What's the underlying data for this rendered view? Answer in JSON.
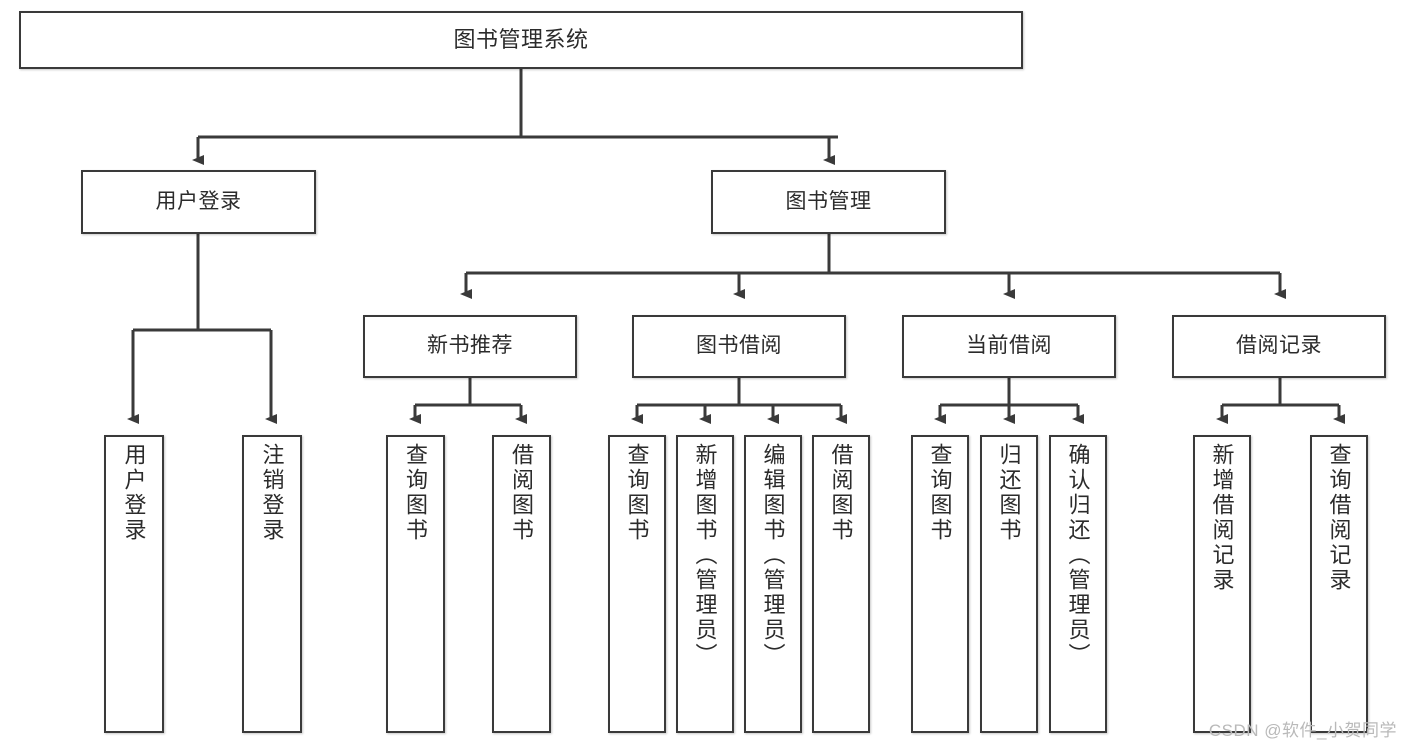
{
  "diagram": {
    "title": "图书管理系统",
    "type": "tree-hierarchy-diagram",
    "root": {
      "id": "root",
      "label": "图书管理系统"
    },
    "level2": [
      {
        "id": "user-login",
        "label": "用户登录"
      },
      {
        "id": "book-management",
        "label": "图书管理"
      }
    ],
    "level3": [
      {
        "id": "new-book-recommend",
        "label": "新书推荐"
      },
      {
        "id": "book-borrow",
        "label": "图书借阅"
      },
      {
        "id": "current-borrow",
        "label": "当前借阅"
      },
      {
        "id": "borrow-record",
        "label": "借阅记录"
      }
    ],
    "leaves": [
      {
        "id": "leaf-user-login",
        "label": "用户登录"
      },
      {
        "id": "leaf-logout-login",
        "label": "注销登录"
      },
      {
        "id": "leaf-query-book-1",
        "label": "查询图书"
      },
      {
        "id": "leaf-borrow-book-1",
        "label": "借阅图书"
      },
      {
        "id": "leaf-query-book-2",
        "label": "查询图书"
      },
      {
        "id": "leaf-add-book",
        "label": "新增图书（管理员）"
      },
      {
        "id": "leaf-edit-book",
        "label": "编辑图书（管理员）"
      },
      {
        "id": "leaf-borrow-book-2",
        "label": "借阅图书"
      },
      {
        "id": "leaf-query-book-3",
        "label": "查询图书"
      },
      {
        "id": "leaf-return-book",
        "label": "归还图书"
      },
      {
        "id": "leaf-confirm-return",
        "label": "确认归还（管理员）"
      },
      {
        "id": "leaf-add-record",
        "label": "新增借阅记录"
      },
      {
        "id": "leaf-query-record",
        "label": "查询借阅记录"
      }
    ]
  },
  "watermark": {
    "text": "CSDN @软件_小贺同学"
  },
  "colors": {
    "border": "#3a3a3a",
    "text": "#2b2b2b",
    "background": "#ffffff",
    "watermark": "#b9b9b9"
  }
}
